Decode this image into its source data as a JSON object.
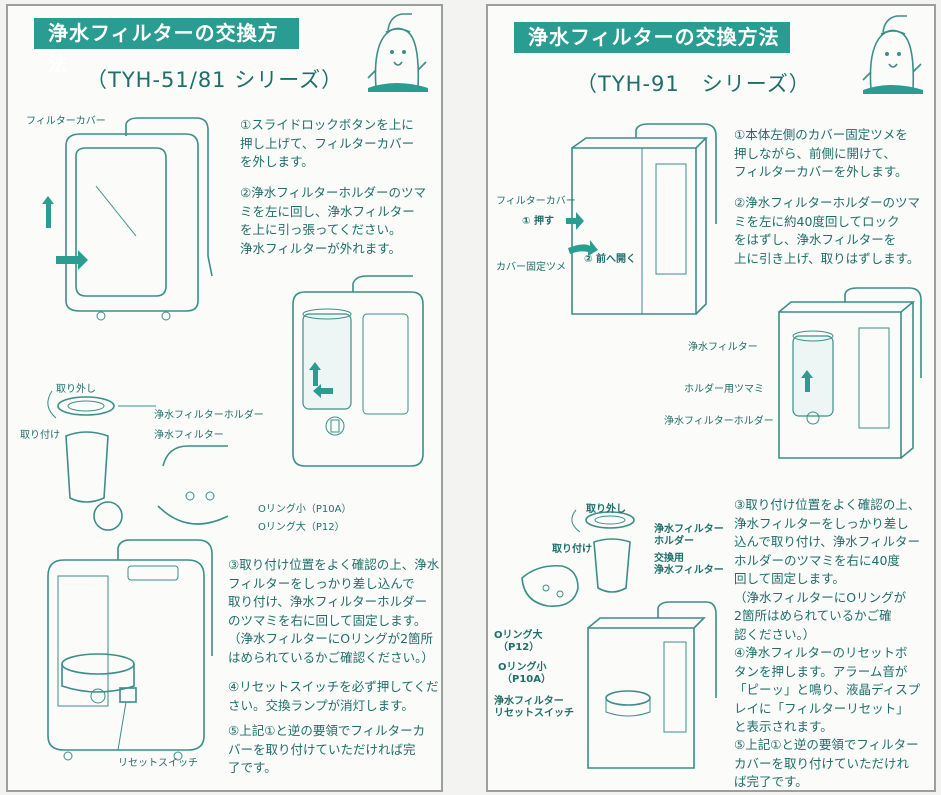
{
  "left": {
    "title": "浄水フィルターの交換方法",
    "series": "（TYH-51/81 シリーズ）",
    "steps": [
      "①スライドロックボタンを上に\n押し上げて、フィルターカバー\nを外します。",
      "②浄水フィルターホルダーのツマ\nミを左に回し、浄水フィルター\nを上に引っ張ってください。\n浄水フィルターが外れます。",
      "③取り付け位置をよく確認の上、浄水\nフィルターをしっかり差し込んで\n取り付け、浄水フィルターホルダー\nのツマミを右に回して固定します。\n（浄水フィルターにOリングが2箇所\nはめられているかご確認ください。）",
      "④リセットスイッチを必ず押してくだ\nさい。交換ランプが消灯します。",
      "⑤上記①と逆の要領でフィルターカ\nバーを取り付けていただければ完\n了です。"
    ],
    "labels": {
      "filter_cover": "フィルターカバー",
      "remove": "取り外し",
      "attach": "取り付け",
      "holder": "浄水フィルターホルダー",
      "filter": "浄水フィルター",
      "oring_small": "Oリング小（P10A）",
      "oring_large": "Oリング大（P12）",
      "reset_switch": "リセットスイッチ"
    }
  },
  "right": {
    "title": "浄水フィルターの交換方法",
    "series": "（TYH-91　シリーズ）",
    "steps": [
      "①本体左側のカバー固定ツメを\n押しながら、前側に開けて、\nフィルターカバーを外します。",
      "②浄水フィルターホルダーのツマ\nミを左に約40度回してロック\nをはずし、浄水フィルターを\n上に引き上げ、取りはずします。",
      "③取り付け位置をよく確認の上、\n浄水フィルターをしっかり差し\n込んで取り付け、浄水フィルター\nホルダーのツマミを右に40度\n回して固定します。\n（浄水フィルターにOリングが\n2箇所はめられているかご確\n認ください。）",
      "④浄水フィルターのリセットボ\nタンを押します。アラーム音が\n「ピーッ」と鳴り、液晶ディスプ\nレイに「フィルターリセット」\nと表示されます。",
      "⑤上記①と逆の要領でフィルター\nカバーを取り付けていただけれ\nば完了です。"
    ],
    "labels": {
      "filter_cover": "フィルターカバー",
      "push": "① 押す",
      "open_forward": "② 前へ開く",
      "cover_latch": "カバー固定ツメ",
      "filter": "浄水フィルター",
      "holder_knob": "ホルダー用ツマミ",
      "holder": "浄水フィルターホルダー",
      "remove": "取り外し",
      "attach": "取り付け",
      "holder_2a": "浄水フィルター",
      "holder_2b": "ホルダー",
      "replacement_a": "交換用",
      "replacement_b": "浄水フィルター",
      "oring_large_a": "Oリング大",
      "oring_large_b": "（P12）",
      "oring_small_a": "Oリング小",
      "oring_small_b": "（P10A）",
      "reset_a": "浄水フィルター",
      "reset_b": "リセットスイッチ"
    }
  }
}
